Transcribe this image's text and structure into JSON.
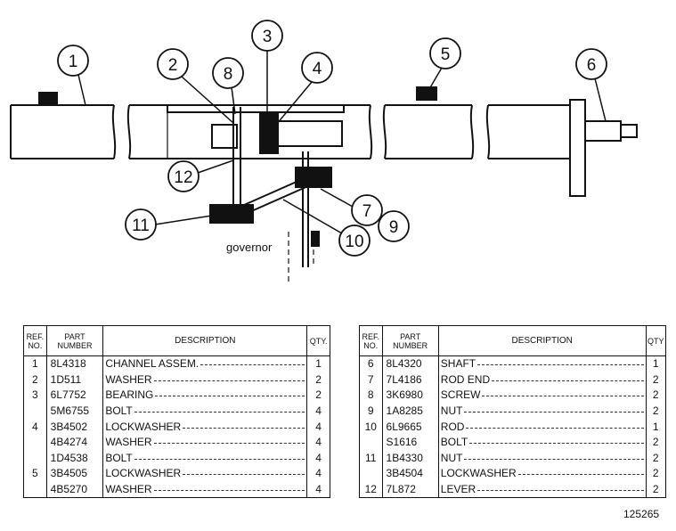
{
  "diagram": {
    "governor_label": "governor",
    "callouts": [
      "1",
      "2",
      "3",
      "4",
      "5",
      "6",
      "7",
      "8",
      "9",
      "10",
      "11",
      "12"
    ]
  },
  "tables": {
    "headers": {
      "ref": "REF. NO.",
      "part": "PART NUMBER",
      "desc": "DESCRIPTION",
      "qty": "QTY."
    },
    "headers_right_qty": "QTY",
    "left": [
      {
        "ref": "1",
        "part": "8L4318",
        "desc": "CHANNEL ASSEM.",
        "qty": "1"
      },
      {
        "ref": "2",
        "part": "1D511",
        "desc": "WASHER",
        "qty": "2"
      },
      {
        "ref": "3",
        "part": "6L7752",
        "desc": "BEARING",
        "qty": "2"
      },
      {
        "ref": "",
        "part": "5M6755",
        "desc": "BOLT",
        "qty": "4"
      },
      {
        "ref": "4",
        "part": "3B4502",
        "desc": "LOCKWASHER",
        "qty": "4"
      },
      {
        "ref": "",
        "part": "4B4274",
        "desc": "WASHER",
        "qty": "4"
      },
      {
        "ref": "",
        "part": "1D4538",
        "desc": "BOLT",
        "qty": "4"
      },
      {
        "ref": "5",
        "part": "3B4505",
        "desc": "LOCKWASHER",
        "qty": "4"
      },
      {
        "ref": "",
        "part": "4B5270",
        "desc": "WASHER",
        "qty": "4"
      }
    ],
    "right": [
      {
        "ref": "6",
        "part": "8L4320",
        "desc": "SHAFT",
        "qty": "1"
      },
      {
        "ref": "7",
        "part": "7L4186",
        "desc": "ROD END",
        "qty": "2"
      },
      {
        "ref": "8",
        "part": "3K6980",
        "desc": "SCREW",
        "qty": "2"
      },
      {
        "ref": "9",
        "part": "1A8285",
        "desc": "NUT",
        "qty": "2"
      },
      {
        "ref": "10",
        "part": "6L9665",
        "desc": "ROD",
        "qty": "1"
      },
      {
        "ref": "",
        "part": "S1616",
        "desc": "BOLT",
        "qty": "2"
      },
      {
        "ref": "11",
        "part": "1B4330",
        "desc": "NUT",
        "qty": "2"
      },
      {
        "ref": "",
        "part": "3B4504",
        "desc": "LOCKWASHER",
        "qty": "2"
      },
      {
        "ref": "12",
        "part": "7L872",
        "desc": "LEVER",
        "qty": "2"
      }
    ]
  },
  "figure_number": "125265"
}
